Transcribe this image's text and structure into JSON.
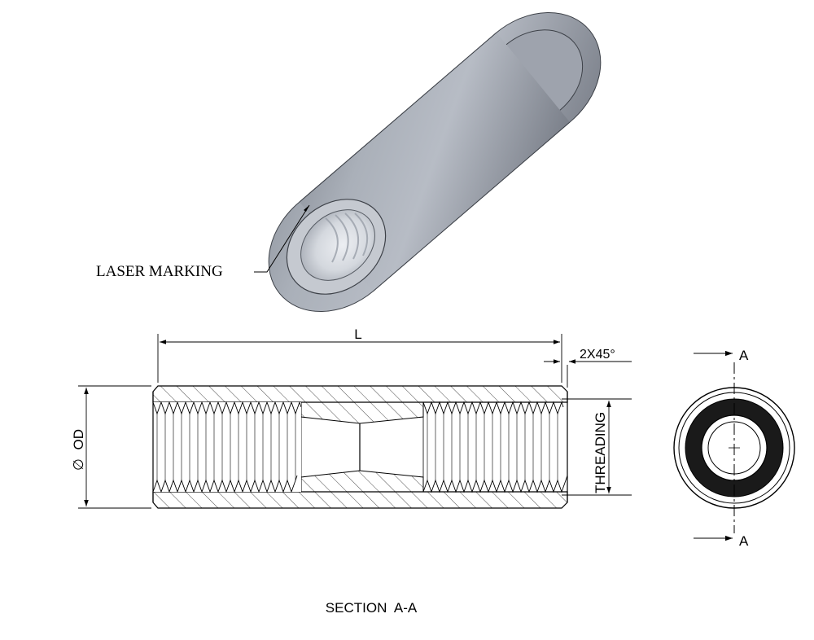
{
  "labels": {
    "laser_marking": "LASER MARKING",
    "length": "L",
    "chamfer": "2X45°",
    "outer_diameter_symbol": "∅",
    "outer_diameter": "OD",
    "threading": "THREADING",
    "section_mark_top": "A",
    "section_mark_bottom": "A",
    "section_title": "SECTION  A-A"
  },
  "colors": {
    "line": "#000000",
    "body_light": "#b4b9c2",
    "body_mid": "#959aa4",
    "body_dark": "#6f747e",
    "end_face": "#c9ccd3",
    "bore": "#e3e5ea"
  }
}
